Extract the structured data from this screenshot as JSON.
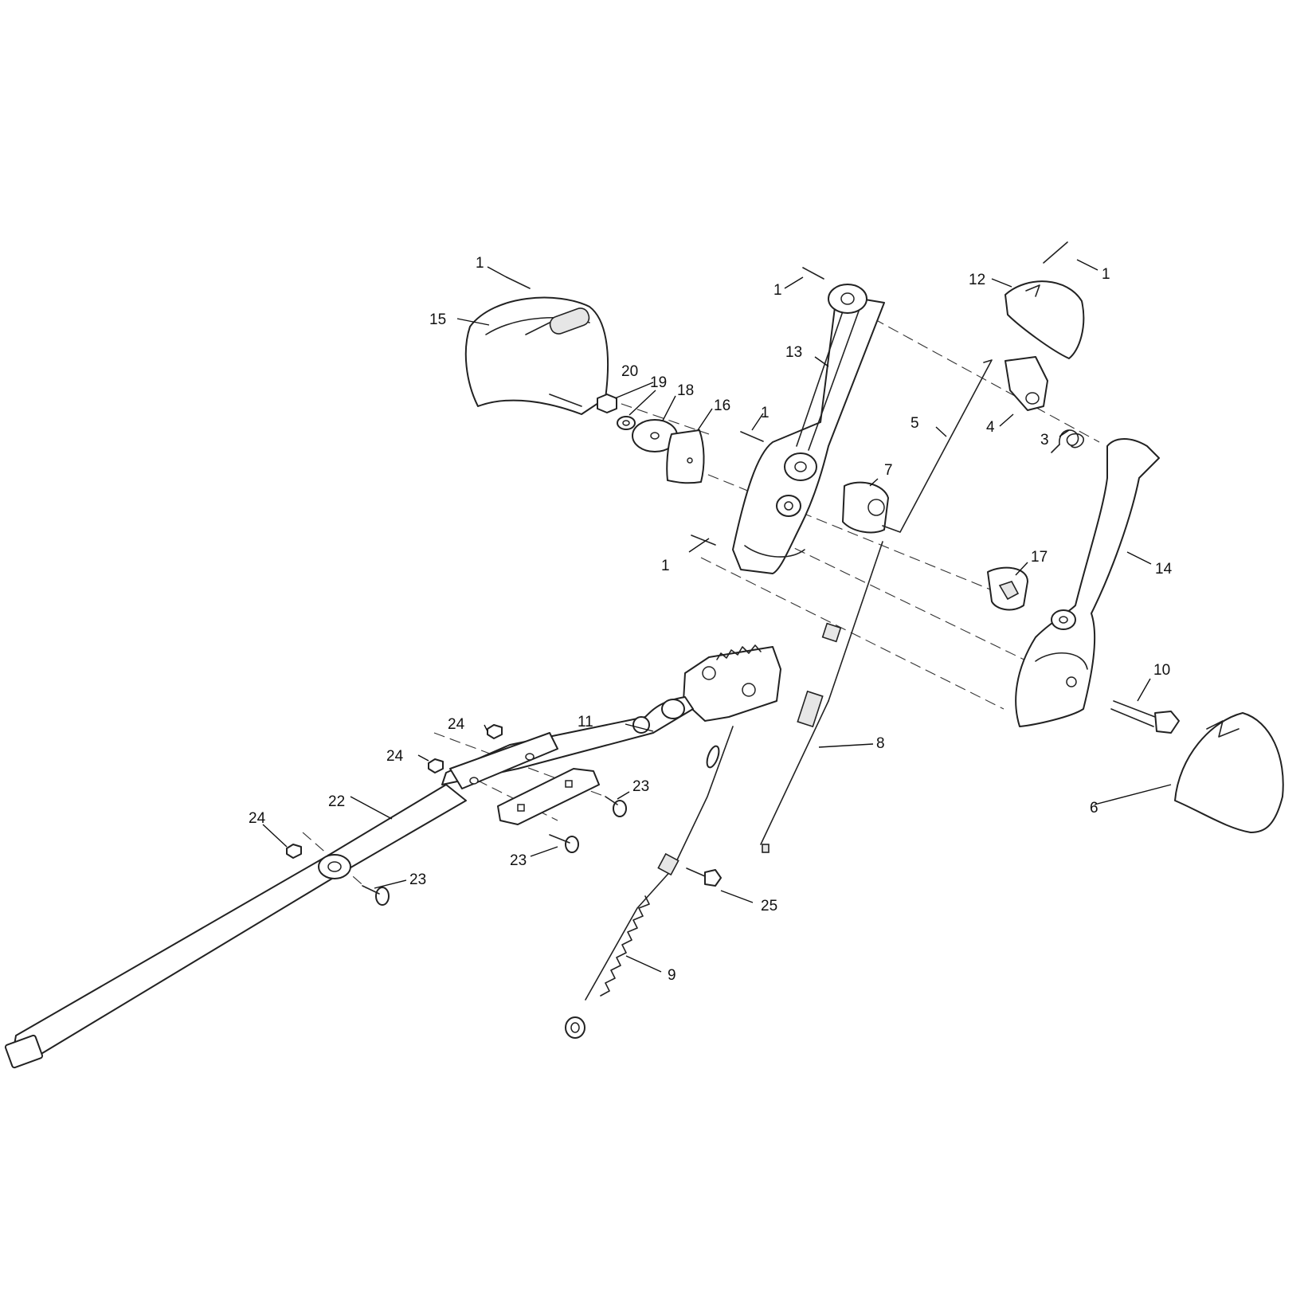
{
  "diagram": {
    "type": "exploded parts diagram",
    "callouts": [
      {
        "id": "c1-a",
        "label": "1"
      },
      {
        "id": "c1-b",
        "label": "1"
      },
      {
        "id": "c1-c",
        "label": "1"
      },
      {
        "id": "c1-d",
        "label": "1"
      },
      {
        "id": "c1-e",
        "label": "1"
      },
      {
        "id": "c3",
        "label": "3"
      },
      {
        "id": "c4",
        "label": "4"
      },
      {
        "id": "c5",
        "label": "5"
      },
      {
        "id": "c6",
        "label": "6"
      },
      {
        "id": "c7",
        "label": "7"
      },
      {
        "id": "c8",
        "label": "8"
      },
      {
        "id": "c9",
        "label": "9"
      },
      {
        "id": "c10",
        "label": "10"
      },
      {
        "id": "c11",
        "label": "11"
      },
      {
        "id": "c12",
        "label": "12"
      },
      {
        "id": "c13",
        "label": "13"
      },
      {
        "id": "c14",
        "label": "14"
      },
      {
        "id": "c15",
        "label": "15"
      },
      {
        "id": "c16",
        "label": "16"
      },
      {
        "id": "c17",
        "label": "17"
      },
      {
        "id": "c18",
        "label": "18"
      },
      {
        "id": "c19",
        "label": "19"
      },
      {
        "id": "c20",
        "label": "20"
      },
      {
        "id": "c22",
        "label": "22"
      },
      {
        "id": "c23-a",
        "label": "23"
      },
      {
        "id": "c23-b",
        "label": "23"
      },
      {
        "id": "c23-c",
        "label": "23"
      },
      {
        "id": "c24-a",
        "label": "24"
      },
      {
        "id": "c24-b",
        "label": "24"
      },
      {
        "id": "c24-c",
        "label": "24"
      },
      {
        "id": "c25",
        "label": "25"
      }
    ]
  }
}
